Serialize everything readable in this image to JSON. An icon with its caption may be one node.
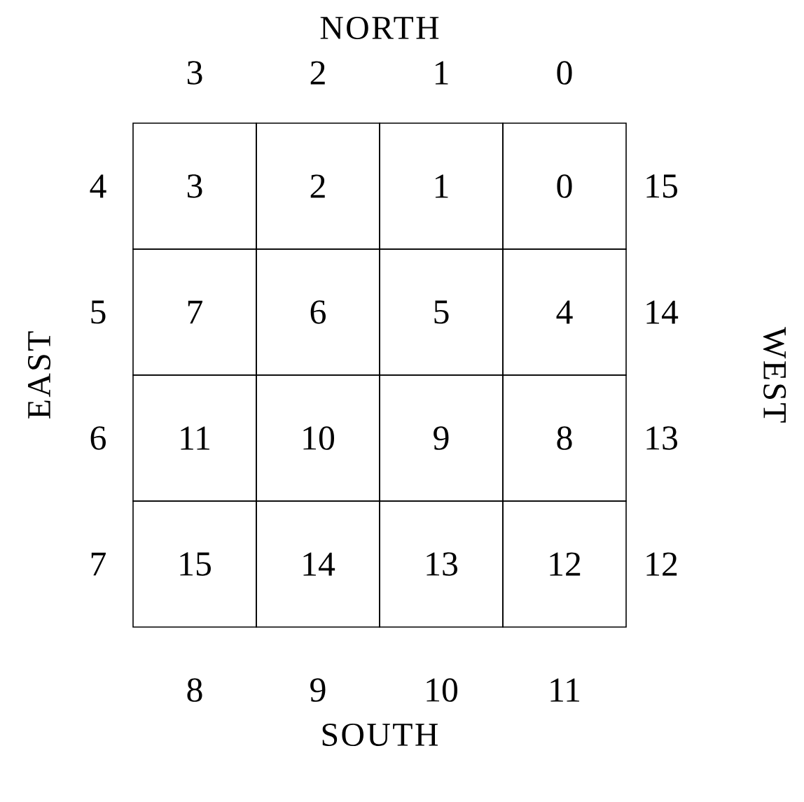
{
  "diagram": {
    "nodes": [
      {
        "text": [
          "3"
        ]
      },
      {
        "text": [
          "2"
        ]
      },
      {
        "text": [
          "1"
        ]
      },
      {
        "text": [
          "0"
        ]
      },
      {
        "text": [
          "7"
        ]
      },
      {
        "text": [
          "6"
        ]
      },
      {
        "text": [
          "5"
        ]
      },
      {
        "text": [
          "4"
        ]
      },
      {
        "text": [
          "11"
        ]
      },
      {
        "text": [
          "10"
        ]
      },
      {
        "text": [
          "9"
        ]
      },
      {
        "text": [
          "8"
        ]
      },
      {
        "text": [
          "15"
        ]
      },
      {
        "text": [
          "14"
        ]
      },
      {
        "text": [
          "13"
        ]
      },
      {
        "text": [
          "12"
        ]
      }
    ],
    "labels": [
      "NORTH",
      "3",
      "2",
      "1",
      "0",
      "4",
      "15",
      "EAST",
      "5",
      "14",
      "WEST",
      "6",
      "13",
      "7",
      "12",
      "8",
      "9",
      "10",
      "11",
      "SOUTH"
    ]
  }
}
